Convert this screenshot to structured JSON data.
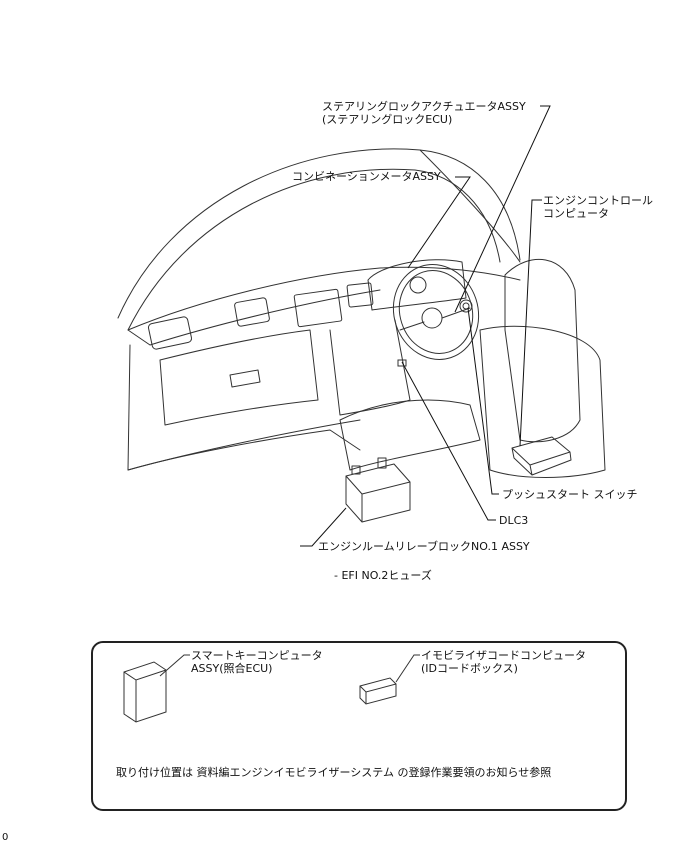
{
  "labels": {
    "steering_lock": [
      "ステアリングロックアクチュエータASSY",
      "(ステアリングロックECU)"
    ],
    "combination_meter": "コンビネーションメータASSY",
    "engine_computer": [
      "エンジンコントロール",
      "コンピュータ"
    ],
    "push_start_switch": "プッシュスタート スイッチ",
    "dlc3": "DLC3",
    "relay_block": "エンジンルームリレーブロックNO.1 ASSY",
    "efi_fuse": "- EFI NO.2ヒューズ"
  },
  "legend": {
    "smart_key": [
      "スマートキーコンピュータ",
      "ASSY(照合ECU)"
    ],
    "immobilizer": [
      "イモビライザコードコンピュータ",
      "(IDコードボックス)"
    ],
    "note": "取り付け位置は 資料編エンジンイモビライザーシステム の登録作業要領のお知らせ参照"
  },
  "figure_number": "0"
}
